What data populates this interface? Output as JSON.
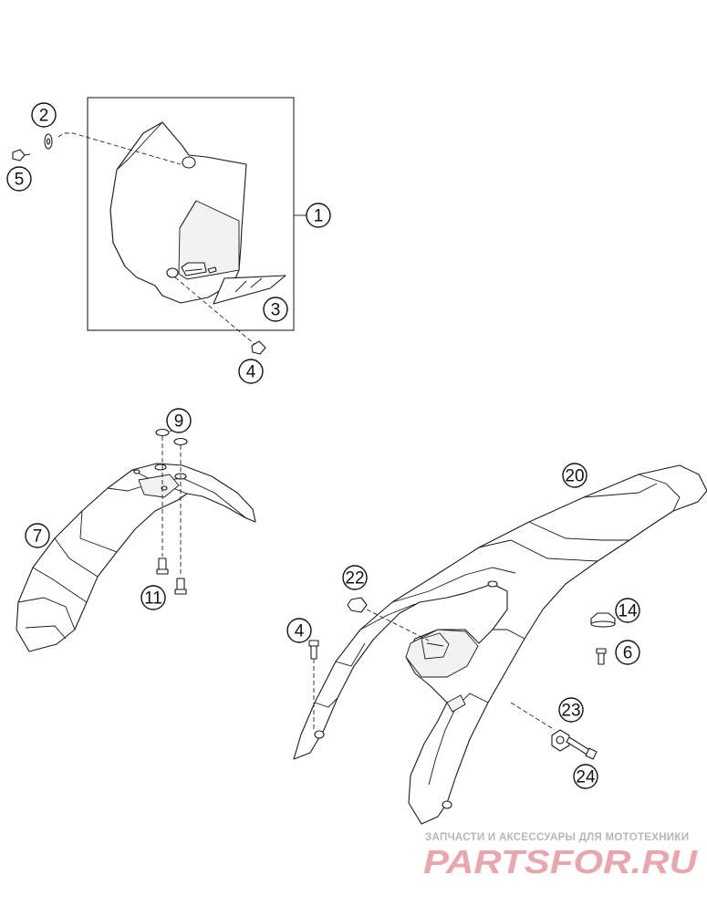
{
  "callouts": {
    "c1": "1",
    "c2": "2",
    "c3": "3",
    "c4a": "4",
    "c5": "5",
    "c4b": "4",
    "c9": "9",
    "c7": "7",
    "c11": "11",
    "c20": "20",
    "c22": "22",
    "c14": "14",
    "c6": "6",
    "c23": "23",
    "c24": "24"
  },
  "watermark": {
    "subtitle": "ЗАПЧАСТИ И АКСЕССУАРЫ ДЛЯ МОТОТЕХНИКИ",
    "logo_text": "PARTSFOR.RU",
    "logo_color": "#e9a7ad"
  }
}
